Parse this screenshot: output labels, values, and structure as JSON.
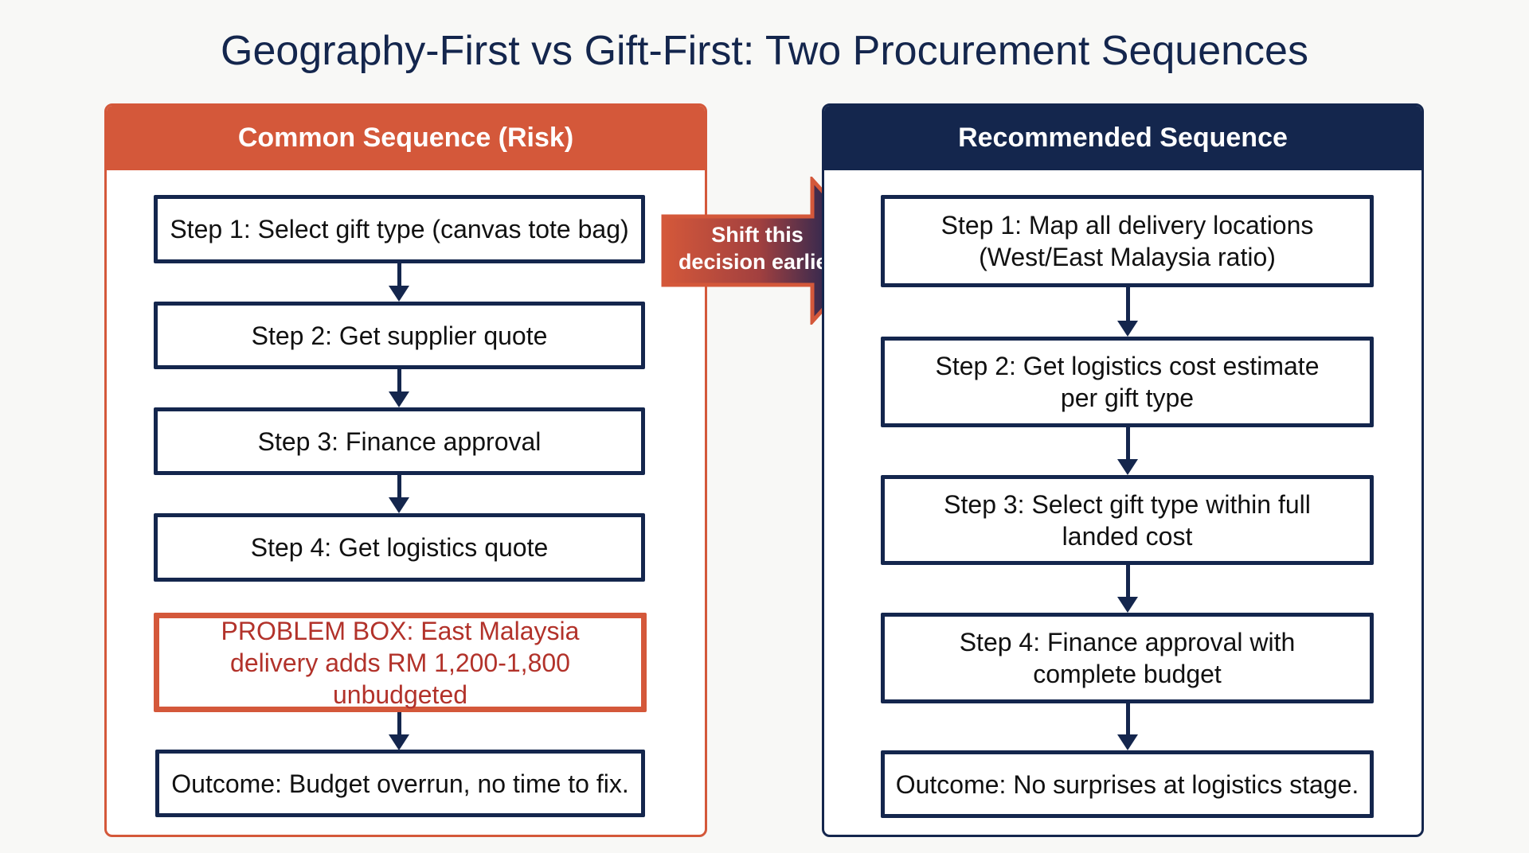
{
  "title": "Geography-First vs Gift-First: Two Procurement Sequences",
  "colors": {
    "risk": "#d4583a",
    "recommended": "#14264d",
    "problem_text": "#b2322a",
    "background": "#f8f8f6"
  },
  "left_panel": {
    "header": "Common Sequence (Risk)",
    "steps": [
      "Step 1: Select gift type (canvas tote bag)",
      "Step 2: Get supplier quote",
      "Step 3: Finance approval",
      "Step 4: Get logistics quote"
    ],
    "problem": "PROBLEM BOX: East Malaysia delivery adds RM 1,200-1,800 unbudgeted",
    "outcome": "Outcome: Budget overrun, no time to fix."
  },
  "shift_arrow": {
    "label": "Shift this decision earlier",
    "icon": "right-arrow-icon"
  },
  "right_panel": {
    "header": "Recommended Sequence",
    "steps": [
      "Step 1: Map all delivery locations (West/East Malaysia ratio)",
      "Step 2: Get logistics cost estimate per gift type",
      "Step 3: Select gift type within full landed cost",
      "Step 4: Finance approval with complete budget"
    ],
    "outcome": "Outcome: No surprises at logistics stage."
  }
}
